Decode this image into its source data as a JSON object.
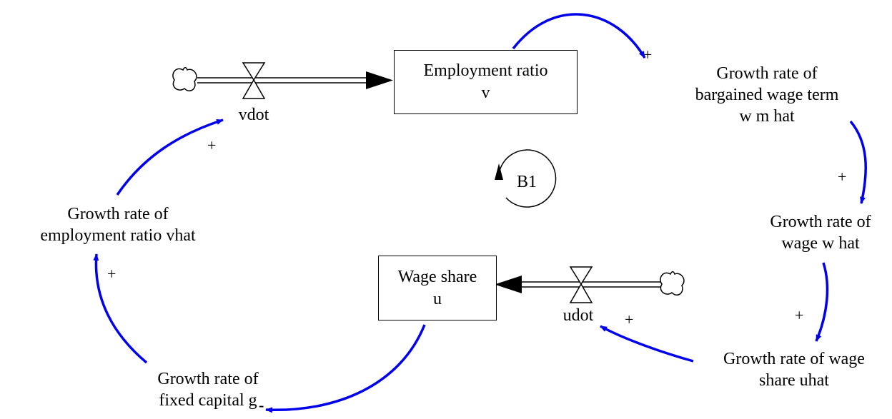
{
  "stocks": {
    "employment_ratio": {
      "line1": "Employment ratio",
      "line2": "v"
    },
    "wage_share": {
      "line1": "Wage share",
      "line2": "u"
    }
  },
  "flows": {
    "vdot": "vdot",
    "udot": "udot"
  },
  "variables": {
    "wm_hat": {
      "line1": "Growth rate of",
      "line2": "bargained wage term",
      "line3": "w m hat"
    },
    "w_hat": {
      "line1": "Growth rate of",
      "line2": "wage w hat"
    },
    "uhat": {
      "line1": "Growth rate of wage",
      "line2": "share uhat"
    },
    "g": {
      "line1": "Growth rate of",
      "line2": "fixed capital g"
    },
    "vhat": {
      "line1": "Growth rate of",
      "line2": "employment ratio vhat"
    }
  },
  "polarities": {
    "v_to_wmhat": "+",
    "wmhat_to_what": "+",
    "what_to_uhat": "+",
    "uhat_to_udot": "+",
    "u_to_g": "-",
    "g_to_vhat": "+",
    "vhat_to_vdot": "+"
  },
  "loop": {
    "label": "B1",
    "type": "balancing"
  },
  "colors": {
    "link": "#0000ee",
    "structure": "#000000",
    "background": "#ffffff"
  }
}
